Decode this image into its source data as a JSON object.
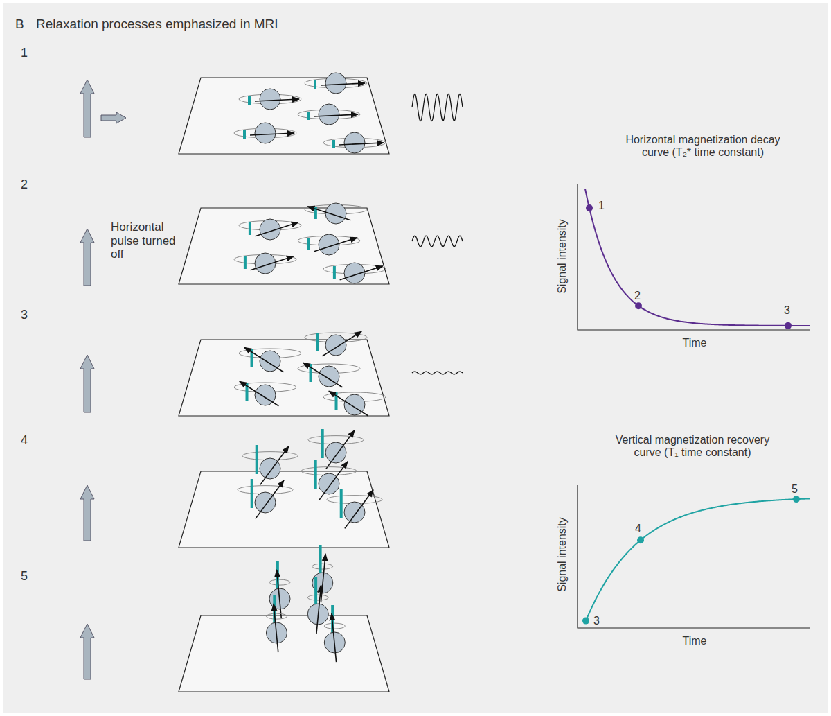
{
  "diagram": {
    "title": "Relaxation processes emphasized in MRI",
    "labels": [
      "B",
      "1",
      "2",
      "3",
      "4",
      "5",
      "Horizontal pulse turned off",
      "Horizontal magnetization decay curve (T₂* time constant)",
      "Signal intensity",
      "Time",
      "1",
      "2",
      "3",
      "Vertical magnetization recovery curve (T₁ time constant)",
      "Signal intensity",
      "Time",
      "3",
      "4",
      "5"
    ]
  }
}
